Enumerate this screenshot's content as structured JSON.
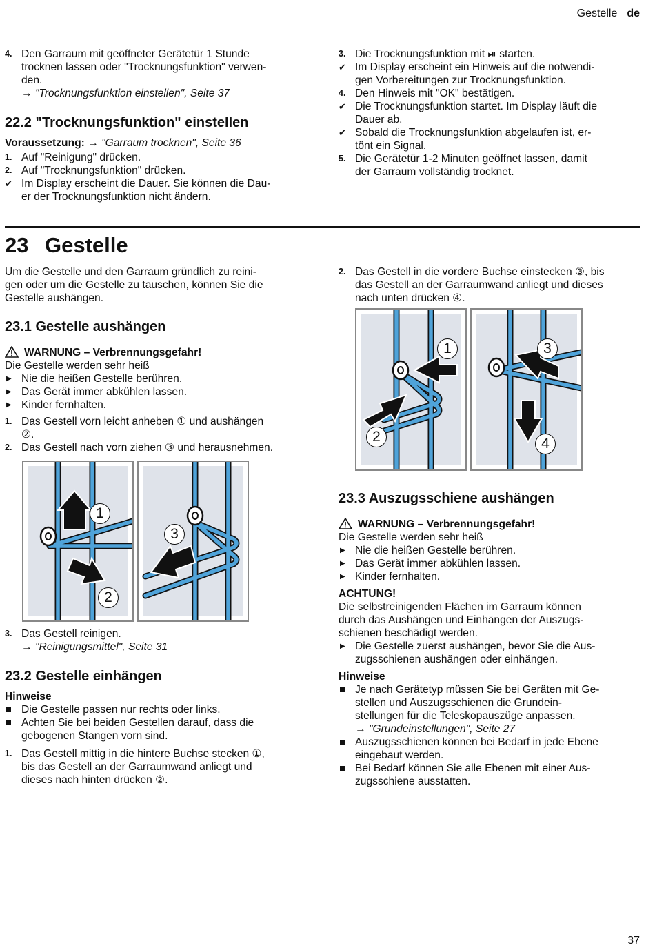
{
  "header": {
    "section": "Gestelle",
    "lang": "de"
  },
  "page_number": "37",
  "sec22_cont": {
    "step4_num": "4.",
    "step4_l1": "Den Garraum mit geöffneter Gerätetür 1 Stunde",
    "step4_l2": "trocknen lassen oder \"Trocknungsfunktion\" verwen-",
    "step4_l3": "den.",
    "step4_ref": "\"Trocknungsfunktion einstellen\", Seite 37"
  },
  "sec22_2": {
    "title": "22.2 \"Trocknungsfunktion\" einstellen",
    "prereq_label": "Voraussetzung:",
    "prereq_ref": "\"Garraum trocknen\", Seite 36",
    "step1_num": "1.",
    "step1": "Auf \"Reinigung\" drücken.",
    "step2_num": "2.",
    "step2": "Auf \"Trocknungsfunktion\" drücken.",
    "res1_l1": "Im Display erscheint die Dauer. Sie können die Dau-",
    "res1_l2": "er der Trocknungsfunktion nicht ändern.",
    "step3_num": "3.",
    "step3_a": "Die Trocknungsfunktion mit",
    "step3_icon": "⏯",
    "step3_b": "starten.",
    "res2_l1": "Im Display erscheint ein Hinweis auf die notwendi-",
    "res2_l2": "gen Vorbereitungen zur Trocknungsfunktion.",
    "step4_num": "4.",
    "step4": "Den Hinweis mit \"OK\" bestätigen.",
    "res3_l1": "Die Trocknungsfunktion startet. Im Display läuft die",
    "res3_l2": "Dauer ab.",
    "res4_l1": "Sobald die Trocknungsfunktion abgelaufen ist, er-",
    "res4_l2": "tönt ein Signal.",
    "step5_num": "5.",
    "step5_l1": "Die Gerätetür 1-2 Minuten geöffnet lassen, damit",
    "step5_l2": "der Garraum vollständig trocknet."
  },
  "sec23": {
    "num": "23",
    "title": "Gestelle",
    "intro_l1": "Um die Gestelle und den Garraum gründlich zu reini-",
    "intro_l2": "gen oder um die Gestelle zu tauschen, können Sie die",
    "intro_l3": "Gestelle aushängen."
  },
  "sec23_1": {
    "title": "23.1  Gestelle aushängen",
    "warn_title": "WARNUNG – Verbrennungsgefahr!",
    "warn_text": "Die Gestelle werden sehr heiß",
    "b1": "Nie die heißen Gestelle berühren.",
    "b2": "Das Gerät immer abkühlen lassen.",
    "b3": "Kinder fernhalten.",
    "step1_num": "1.",
    "step1_l1": "Das Gestell vorn leicht anheben ① und aushängen",
    "step1_l2": "②.",
    "step2_num": "2.",
    "step2": "Das Gestell nach vorn ziehen ③ und herausnehmen.",
    "step3_num": "3.",
    "step3": "Das Gestell reinigen.",
    "step3_ref": "\"Reinigungsmittel\", Seite 31",
    "fig_labels": [
      "1",
      "2",
      "3"
    ]
  },
  "sec23_2": {
    "title": "23.2  Gestelle einhängen",
    "notes_label": "Hinweise",
    "n1": "Die Gestelle passen nur rechts oder links.",
    "n2_l1": "Achten Sie bei beiden Gestellen darauf, dass die",
    "n2_l2": "gebogenen Stangen vorn sind.",
    "step1_num": "1.",
    "step1_l1": "Das Gestell mittig in die hintere Buchse stecken ①,",
    "step1_l2": "bis das Gestell an der Garraumwand anliegt und",
    "step1_l3": "dieses nach hinten drücken ②.",
    "step2_num": "2.",
    "step2_l1": "Das Gestell in die vordere Buchse einstecken ③, bis",
    "step2_l2": "das Gestell an der Garraumwand anliegt und dieses",
    "step2_l3": "nach unten drücken ④.",
    "fig_labels": [
      "1",
      "2",
      "3",
      "4"
    ]
  },
  "sec23_3": {
    "title": "23.3  Auszugsschiene aushängen",
    "warn_title": "WARNUNG – Verbrennungsgefahr!",
    "warn_text": "Die Gestelle werden sehr heiß",
    "b1": "Nie die heißen Gestelle berühren.",
    "b2": "Das Gerät immer abkühlen lassen.",
    "b3": "Kinder fernhalten.",
    "caution_title": "ACHTUNG!",
    "caution_l1": "Die selbstreinigenden Flächen im Garraum können",
    "caution_l2": "durch das Aushängen und Einhängen der Auszugs-",
    "caution_l3": "schienen beschädigt werden.",
    "caution_b_l1": "Die Gestelle zuerst aushängen, bevor Sie die Aus-",
    "caution_b_l2": "zugsschienen aushängen oder einhängen.",
    "notes_label": "Hinweise",
    "n1_l1": "Je nach Gerätetyp müssen Sie bei Geräten mit Ge-",
    "n1_l2": "stellen und Auszugsschienen die Grundein-",
    "n1_l3": "stellungen für die Teleskopauszüge anpassen.",
    "n1_ref": "\"Grundeinstellungen\", Seite 27",
    "n2_l1": "Auszugsschienen können bei Bedarf in jede Ebene",
    "n2_l2": "eingebaut werden.",
    "n3_l1": "Bei Bedarf können Sie alle Ebenen mit einer Aus-",
    "n3_l2": "zugsschiene ausstatten."
  },
  "icons": {
    "arrow": "→",
    "check": "✔",
    "triangle": "▶"
  },
  "colors": {
    "rail_blue": "#4fa3d9",
    "panel_grey": "#dfe3ea",
    "arrow_fill": "#111111"
  }
}
